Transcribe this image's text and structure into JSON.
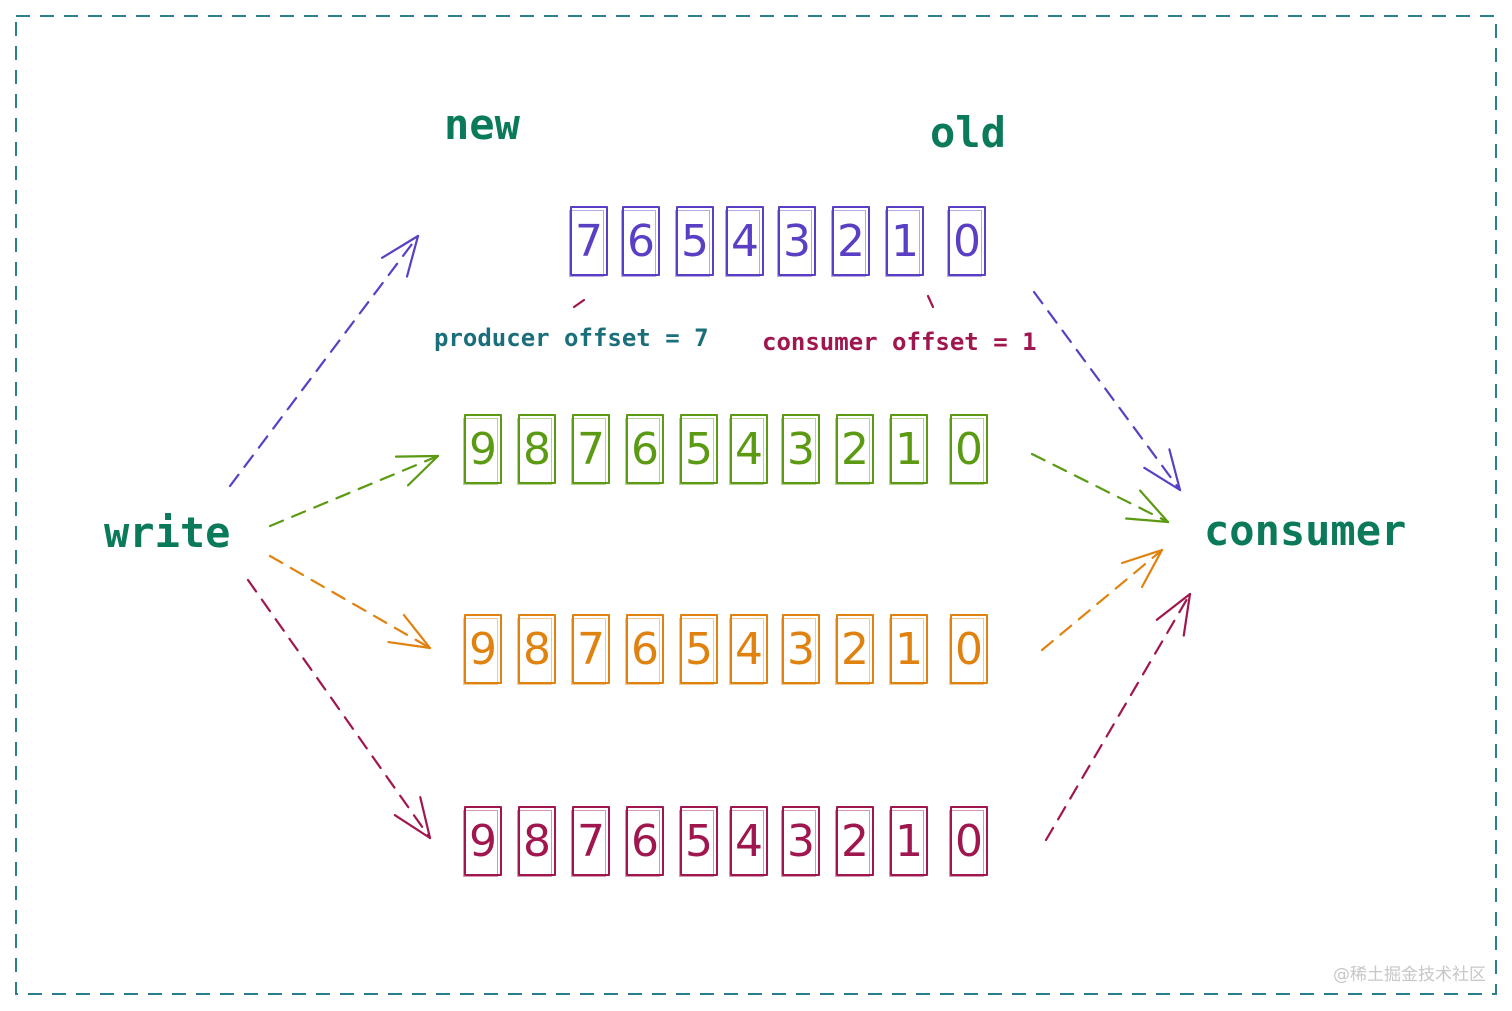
{
  "colors": {
    "frame": "#2a7f8c",
    "label": "#0b7a5a",
    "producer": "#1b6f7a",
    "consumer_offset": "#a0164f",
    "row1": "#5a3fc4",
    "row2": "#5b9a12",
    "row3": "#e0820f",
    "row4": "#a0164f"
  },
  "labels": {
    "new": "new",
    "old": "old",
    "write": "write",
    "consumer": "consumer",
    "producer_offset": "producer offset = 7",
    "consumer_offset": "consumer offset = 1"
  },
  "rows": [
    {
      "name": "row-1",
      "color_key": "row1",
      "cells": [
        "7",
        "6",
        "5",
        "4",
        "3",
        "2",
        "1",
        "0"
      ]
    },
    {
      "name": "row-2",
      "color_key": "row2",
      "cells": [
        "9",
        "8",
        "7",
        "6",
        "5",
        "4",
        "3",
        "2",
        "1",
        "0"
      ]
    },
    {
      "name": "row-3",
      "color_key": "row3",
      "cells": [
        "9",
        "8",
        "7",
        "6",
        "5",
        "4",
        "3",
        "2",
        "1",
        "0"
      ]
    },
    {
      "name": "row-4",
      "color_key": "row4",
      "cells": [
        "9",
        "8",
        "7",
        "6",
        "5",
        "4",
        "3",
        "2",
        "1",
        "0"
      ]
    }
  ],
  "watermark": "@稀土掘金技术社区"
}
